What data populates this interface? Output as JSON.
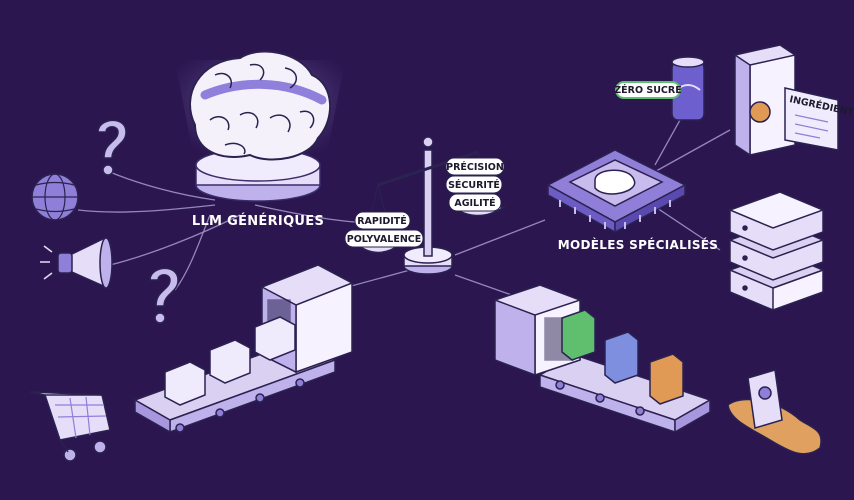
{
  "labels": {
    "generic": "LLM GÉNÉRIQUES",
    "specialized": "MODÈLES SPÉCIALISÉS"
  },
  "scale": {
    "left_pills": [
      "RAPIDITÉ",
      "POLYVALENCE"
    ],
    "right_pills": [
      "PRÉCISION",
      "SÉCURITÉ",
      "AGILITÉ"
    ]
  },
  "tags": {
    "zero_sugar": "ZÉRO SUCRE",
    "ingredients": "INGRÉDIENTS"
  },
  "colors": {
    "background": "#2b1650",
    "lavender": "#d9d0f2",
    "accent_purple": "#7f6fd6",
    "green": "#5fbf6e",
    "orange": "#e09a55"
  },
  "icons": [
    "brain-icon",
    "globe-icon",
    "megaphone-icon",
    "question-mark-icon",
    "shopping-cart-icon",
    "soda-can-icon",
    "cereal-box-icon",
    "ai-chip-icon",
    "server-icon",
    "balance-scale-icon",
    "conveyor-belt-icon",
    "hand-icon"
  ]
}
